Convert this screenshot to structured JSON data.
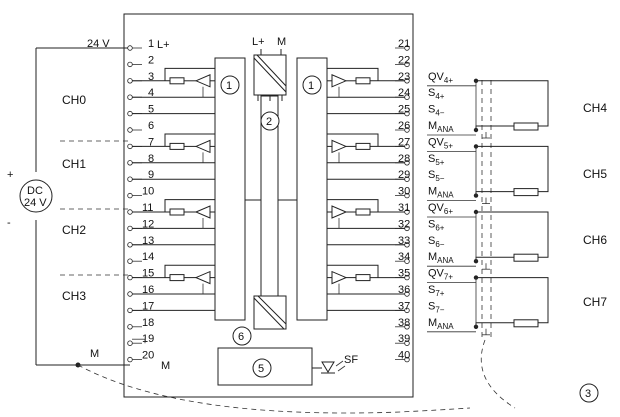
{
  "supply": {
    "voltage_label": "24 V",
    "dc_label": "DC",
    "dc_value": "24 V",
    "plus": "+",
    "minus": "-",
    "m_label": "M"
  },
  "module": {
    "lplus": "L+",
    "top_lplus": "L+",
    "top_m": "M",
    "bottom_m": "M",
    "sf": "SF",
    "marker_1": "1",
    "marker_2": "2",
    "marker_5": "5",
    "marker_6": "6",
    "marker_3": "3"
  },
  "left_channels": [
    "CH0",
    "CH1",
    "CH2",
    "CH3"
  ],
  "right_channels": [
    "CH4",
    "CH5",
    "CH6",
    "CH7"
  ],
  "left_terminals": [
    "1",
    "2",
    "3",
    "4",
    "5",
    "6",
    "7",
    "8",
    "9",
    "10",
    "11",
    "12",
    "13",
    "14",
    "15",
    "16",
    "17",
    "18",
    "19",
    "20"
  ],
  "right_terminals": [
    "21",
    "22",
    "23",
    "24",
    "25",
    "26",
    "27",
    "28",
    "29",
    "30",
    "31",
    "32",
    "33",
    "34",
    "35",
    "36",
    "37",
    "38",
    "39",
    "40"
  ],
  "right_signals": [
    {
      "main": "QV",
      "sub": "4+"
    },
    {
      "main": "S",
      "sub": "4+"
    },
    {
      "main": "S",
      "sub": "4−"
    },
    {
      "main": "M",
      "sub": "ANA"
    },
    {
      "main": "QV",
      "sub": "5+"
    },
    {
      "main": "S",
      "sub": "5+"
    },
    {
      "main": "S",
      "sub": "5−"
    },
    {
      "main": "M",
      "sub": "ANA"
    },
    {
      "main": "QV",
      "sub": "6+"
    },
    {
      "main": "S",
      "sub": "6+"
    },
    {
      "main": "S",
      "sub": "6−"
    },
    {
      "main": "M",
      "sub": "ANA"
    },
    {
      "main": "QV",
      "sub": "7+"
    },
    {
      "main": "S",
      "sub": "7+"
    },
    {
      "main": "S",
      "sub": "7−"
    },
    {
      "main": "M",
      "sub": "ANA"
    }
  ]
}
